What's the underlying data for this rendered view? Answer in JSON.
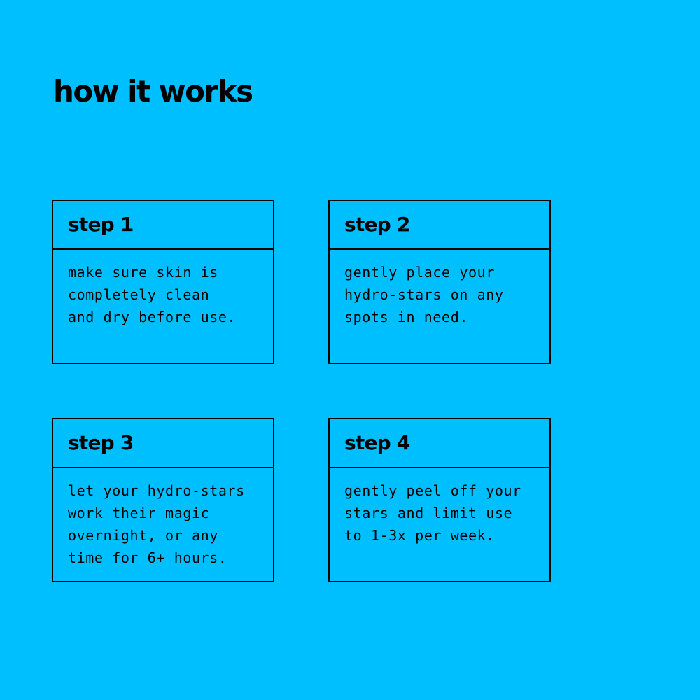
{
  "title": "how it works",
  "colors": {
    "background": "#00BFFF",
    "text": "#000000",
    "border": "#000000"
  },
  "steps": [
    {
      "title": "step 1",
      "lines": [
        "make sure skin is",
        "completely clean",
        "and dry before use."
      ]
    },
    {
      "title": "step 2",
      "lines": [
        "gently place your",
        "hydro-stars on any",
        "spots in need."
      ]
    },
    {
      "title": "step 3",
      "lines": [
        "let your hydro-stars",
        "work their magic",
        "overnight, or any",
        "time for 6+ hours."
      ]
    },
    {
      "title": "step 4",
      "lines": [
        "gently peel off your",
        "stars and limit use",
        "to 1-3x per week."
      ]
    }
  ]
}
